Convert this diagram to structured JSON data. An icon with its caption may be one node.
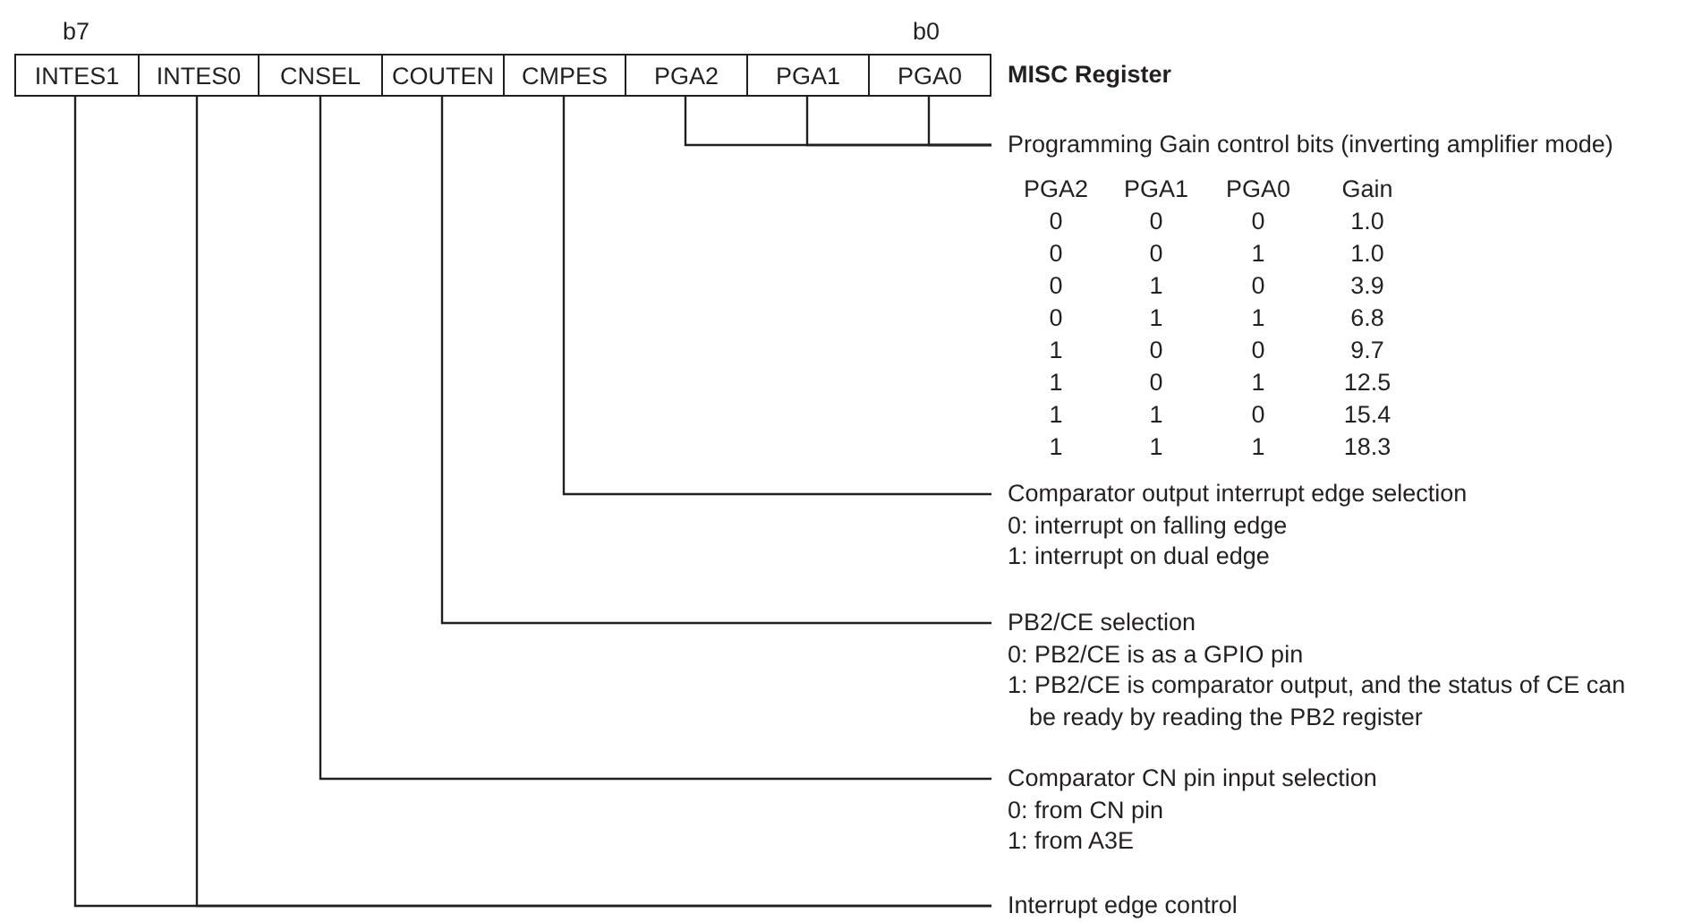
{
  "diagram": {
    "nodes": [
      {
        "text": [
          "INTES1"
        ]
      },
      {
        "text": [
          "INTES0"
        ]
      },
      {
        "text": [
          "CNSEL"
        ]
      },
      {
        "text": [
          "COUTEN"
        ]
      },
      {
        "text": [
          "CMPES"
        ]
      },
      {
        "text": [
          "PGA2"
        ]
      },
      {
        "text": [
          "PGA1"
        ]
      },
      {
        "text": [
          "PGA0"
        ]
      },
      {
        "text": [
          "Programming Gain control bits (inverting amplifier mode)"
        ]
      },
      {
        "text": [
          "Comparator output interrupt edge selection",
          "0: interrupt on falling edge",
          "1: interrupt on dual edge"
        ]
      },
      {
        "text": [
          "PB2/CE selection",
          "0: PB2/CE is as a GPIO pin",
          "1: PB2/CE is comparator output, and the status of CE can be ready by reading the PB2 register"
        ]
      },
      {
        "text": [
          "Comparator CN pin input selection",
          "0: from CN pin",
          "1: from A3E"
        ]
      },
      {
        "text": [
          "Interrupt edge control"
        ]
      }
    ],
    "edges": [
      {
        "from": 5,
        "to": 8,
        "arrow": "none"
      },
      {
        "from": 6,
        "to": 8,
        "arrow": "none"
      },
      {
        "from": 7,
        "to": 8,
        "arrow": "none"
      },
      {
        "from": 4,
        "to": 9,
        "arrow": "none"
      },
      {
        "from": 3,
        "to": 10,
        "arrow": "none"
      },
      {
        "from": 2,
        "to": 11,
        "arrow": "none"
      },
      {
        "from": 0,
        "to": 12,
        "arrow": "none"
      },
      {
        "from": 1,
        "to": 12,
        "arrow": "none"
      }
    ],
    "labels": [
      "b7",
      "b0",
      "MISC Register",
      "PGA2",
      "PGA1",
      "PGA0",
      "Gain",
      "0",
      "0",
      "0",
      "1.0",
      "0",
      "0",
      "1",
      "1.0",
      "0",
      "1",
      "0",
      "3.9",
      "0",
      "1",
      "1",
      "6.8",
      "1",
      "0",
      "0",
      "9.7",
      "1",
      "0",
      "1",
      "12.5",
      "1",
      "1",
      "0",
      "15.4",
      "1",
      "1",
      "1",
      "18.3"
    ]
  }
}
